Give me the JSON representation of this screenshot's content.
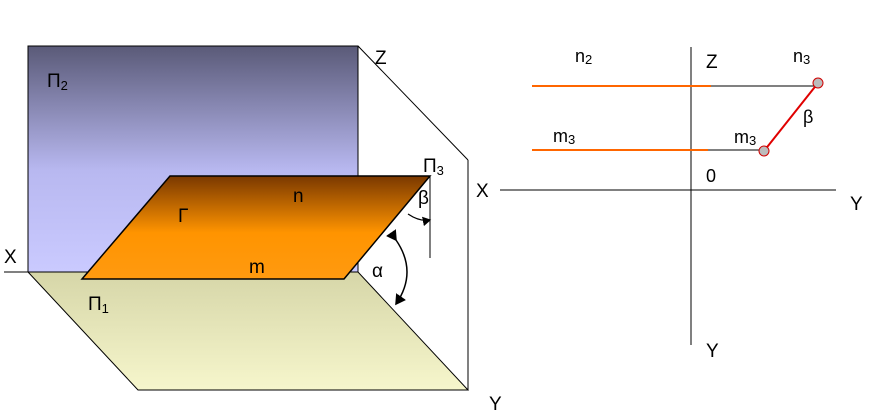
{
  "left_figure": {
    "plane_p2": {
      "label": "П",
      "sub": "2"
    },
    "plane_p1": {
      "label": "П",
      "sub": "1"
    },
    "plane_p3": {
      "label": "П",
      "sub": "3"
    },
    "plane_gamma": {
      "label": "Г"
    },
    "line_n": "n",
    "line_m": "m",
    "angle_alpha": "α",
    "angle_beta": "β",
    "axis_x": "X",
    "axis_z": "Z",
    "axis_y": "Y"
  },
  "right_figure": {
    "n2": {
      "label": "n",
      "sub": "2"
    },
    "m3_left": {
      "label": "m",
      "sub": "3"
    },
    "n3": {
      "label": "n",
      "sub": "3"
    },
    "m3_right": {
      "label": "m",
      "sub": "3"
    },
    "angle_beta": "β",
    "axis_x": "X",
    "axis_z": "Z",
    "axis_y_right": "Y",
    "axis_y_down": "Y",
    "origin": "0"
  },
  "colors": {
    "p2_top": "#5d5d7a",
    "p2_bottom": "#c8c8ff",
    "gamma_dark": "#7a3a00",
    "gamma_light": "#ff9900",
    "p1_fill": "#f2f2c4",
    "orange_line": "#ff6600",
    "red_line": "#e00000",
    "point_fill": "#bcbcbc"
  }
}
